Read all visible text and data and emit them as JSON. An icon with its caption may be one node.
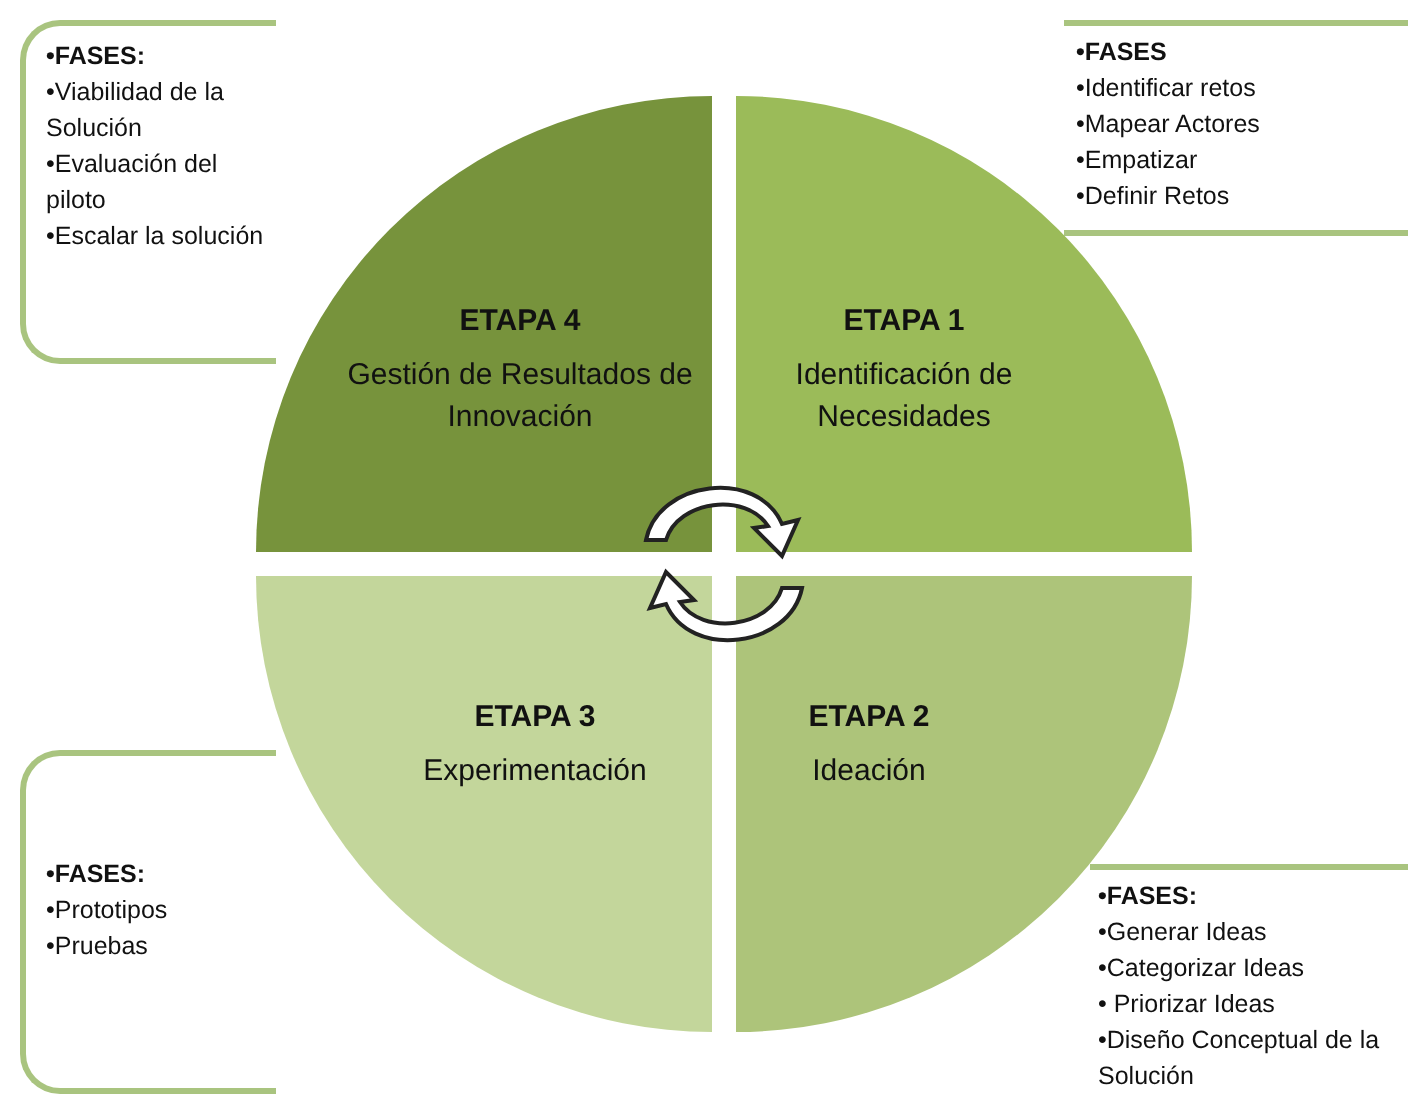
{
  "diagram": {
    "nodes": [
      {
        "text": [
          "•FASES:",
          "•Viabilidad de la Solución",
          "•Evaluación del piloto",
          "•Escalar la solución"
        ]
      },
      {
        "text": [
          "•FASES",
          "•Identificar retos",
          "•Mapear Actores",
          "•Empatizar",
          "•Definir Retos"
        ]
      },
      {
        "text": [
          "ETAPA 4",
          "Gestión de Resultados de Innovación"
        ]
      },
      {
        "text": [
          "ETAPA 1",
          "Identificación  de Necesidades"
        ]
      },
      {
        "text": [
          "ETAPA 3",
          "Experimentación"
        ]
      },
      {
        "text": [
          "ETAPA 2",
          "Ideación"
        ]
      },
      {
        "text": [
          "•FASES:",
          "•Prototipos",
          "•Pruebas"
        ]
      },
      {
        "text": [
          "•FASES:",
          "•Generar Ideas",
          "•Categorizar Ideas",
          "• Priorizar Ideas",
          "•Diseño Conceptual de la Solución"
        ]
      }
    ]
  }
}
